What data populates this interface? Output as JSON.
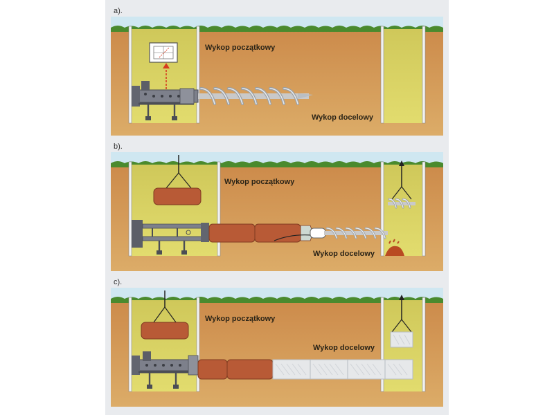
{
  "colors": {
    "sky": "#cfe7f1",
    "soil": "#d2934e",
    "soil_light": "#d9a25e",
    "pit": "#d8d45a",
    "grass": "#4a8a2e",
    "wall": "#ececec",
    "pipe_brick": "#b85a36",
    "auger": "#c9c9c9",
    "machine": "#7d808b",
    "steel_pipe": "#e6e8ea",
    "arrow_red": "#d63b1f"
  },
  "panels": [
    {
      "letter": "a).",
      "start_pit": "Wykop początkowy",
      "target_pit": "Wykop docelowy"
    },
    {
      "letter": "b).",
      "start_pit": "Wykop początkowy",
      "target_pit": "Wykop docelowy"
    },
    {
      "letter": "c).",
      "start_pit": "Wykop początkowy",
      "target_pit": "Wykop docelowy"
    }
  ]
}
